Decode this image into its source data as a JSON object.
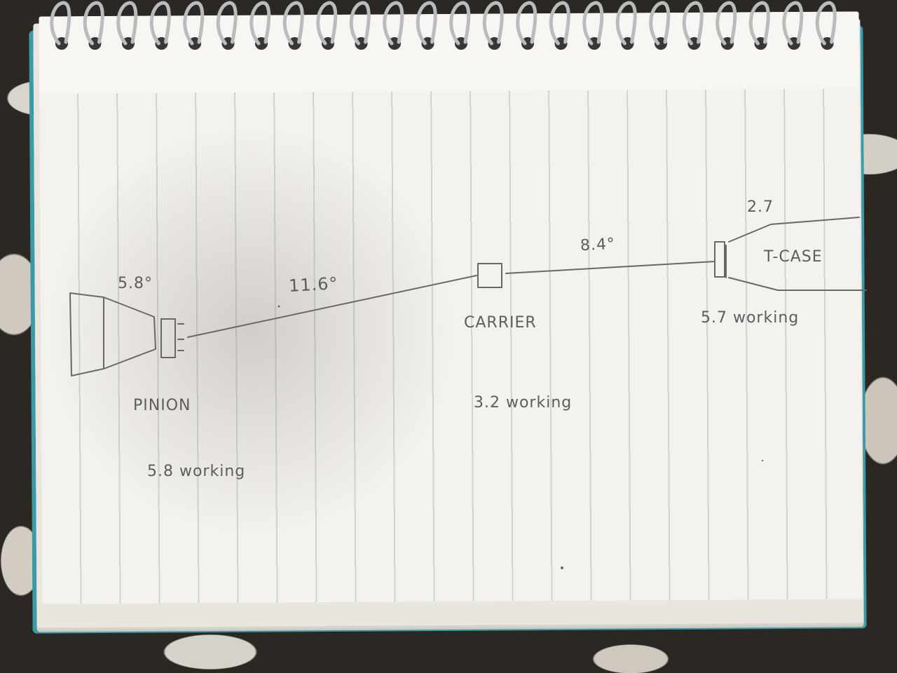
{
  "diagram": {
    "labels": {
      "pinion": "PINION",
      "pinion_working": "5.8 working",
      "pinion_angle": "5.8°",
      "front_shaft_angle": "11.6°",
      "carrier": "CARRIER",
      "carrier_working": "3.2 working",
      "rear_shaft_angle": "8.4°",
      "tcase": "T-CASE",
      "tcase_angle": "2.7",
      "tcase_working": "5.7 working"
    }
  },
  "colors": {
    "pencil": "#5e5d5b",
    "paper": "#f4f2ee",
    "ruling": "#cfd3d8",
    "cover_edge": "#3a9aa6"
  }
}
